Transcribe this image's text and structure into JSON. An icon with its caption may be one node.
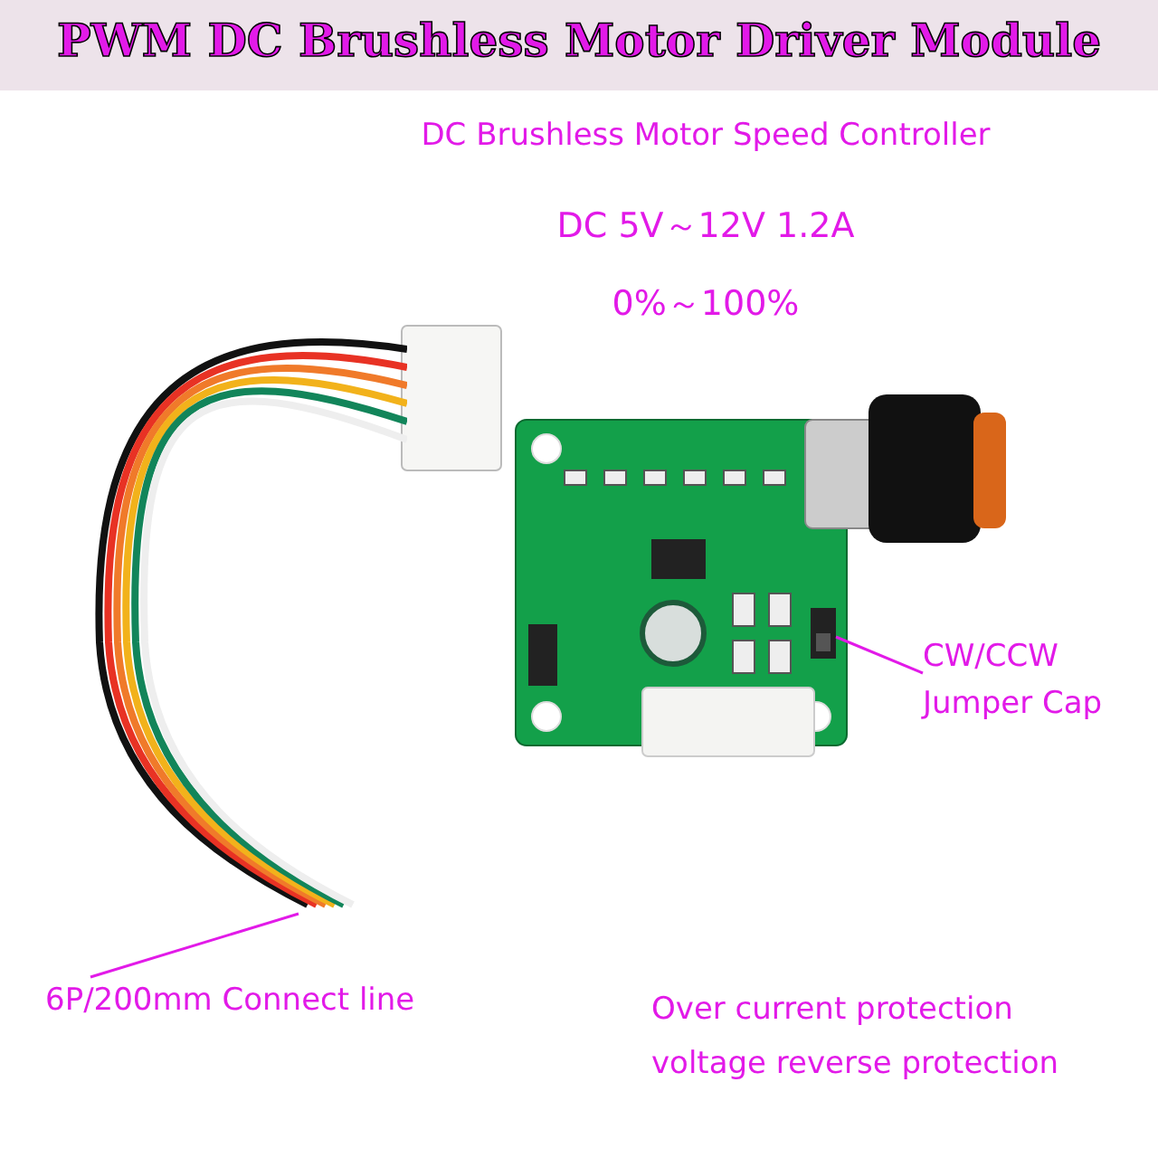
{
  "diagram": {
    "title": "PWM DC Brushless Motor Driver Module",
    "nodes": [
      {
        "text": [
          "6P/200mm Connect line"
        ]
      },
      {
        "text": [],
        "shape": "picture"
      },
      {
        "text": [
          "CW/CCW Jumper Cap"
        ]
      },
      {
        "text": [],
        "shape": "picture"
      }
    ],
    "edges": [
      {
        "from": 0,
        "to": 1,
        "arrow": "none"
      },
      {
        "from": 2,
        "to": 3,
        "arrow": "none"
      }
    ],
    "labels": [
      "DC Brushless Motor Speed Controller",
      "DC 5V～12V 1.2A",
      "0%～100%",
      "Over current protection",
      "voltage reverse protection"
    ]
  }
}
